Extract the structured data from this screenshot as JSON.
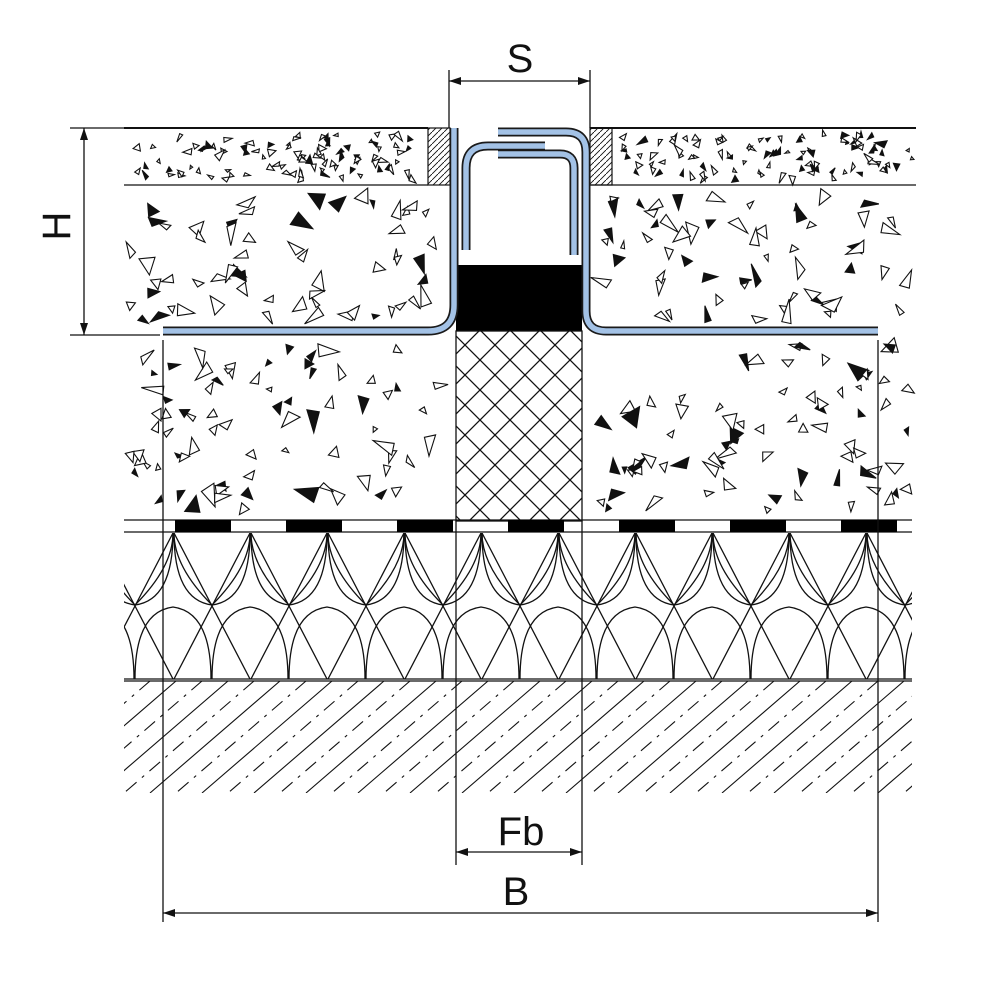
{
  "labels": {
    "s": "S",
    "h": "H",
    "fb": "Fb",
    "b": "B"
  },
  "colors": {
    "profile": "#a3c2e6",
    "fill_black": "#000000",
    "line": "#111111"
  }
}
